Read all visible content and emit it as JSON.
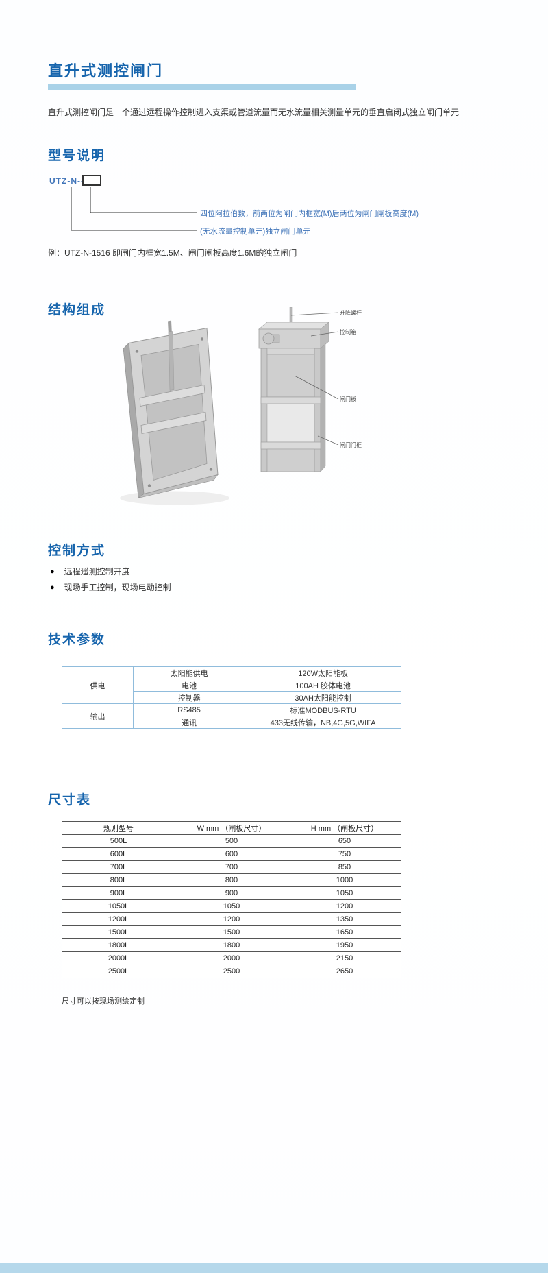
{
  "page": {
    "title": "直升式测控闸门",
    "description": "直升式测控闸门是一个通过远程操作控制进入支渠或管道流量而无水流量相关测量单元的垂直启闭式独立闸门单元"
  },
  "model_section": {
    "heading": "型号说明",
    "model_prefix": "UTZ-N--",
    "callout_digits": "四位阿拉伯数，前两位为闸门内框宽(M)后两位为闸门闸板高度(M)",
    "callout_unit": "(无水流量控制单元)独立闸门单元",
    "example": "例：UTZ-N-1516 即闸门内框宽1.5M、闸门闸板高度1.6M的独立闸门"
  },
  "structure_section": {
    "heading": "结构组成",
    "labels": [
      "升降螺杆",
      "控制箱",
      "闸门板",
      "闸门门框"
    ]
  },
  "control_section": {
    "heading": "控制方式",
    "items": [
      "远程遥测控制开度",
      "现场手工控制，现场电动控制"
    ]
  },
  "tech_section": {
    "heading": "技术参数",
    "groups": {
      "power": "供电",
      "output": "输出"
    },
    "rows": [
      {
        "name": "太阳能供电",
        "value": "120W太阳能板"
      },
      {
        "name": "电池",
        "value": "100AH 胶体电池"
      },
      {
        "name": "控制器",
        "value": "30AH太阳能控制"
      },
      {
        "name": "RS485",
        "value": "标准MODBUS-RTU"
      },
      {
        "name": "通讯",
        "value": "433无线传输，NB,4G,5G,WIFA"
      }
    ]
  },
  "size_section": {
    "heading": "尺寸表",
    "headers": [
      "规则型号",
      "W mm （闸板尺寸）",
      "H mm （闸板尺寸）"
    ],
    "rows": [
      [
        "500L",
        "500",
        "650"
      ],
      [
        "600L",
        "600",
        "750"
      ],
      [
        "700L",
        "700",
        "850"
      ],
      [
        "800L",
        "800",
        "1000"
      ],
      [
        "900L",
        "900",
        "1050"
      ],
      [
        "1050L",
        "1050",
        "1200"
      ],
      [
        "1200L",
        "1200",
        "1350"
      ],
      [
        "1500L",
        "1500",
        "1650"
      ],
      [
        "1800L",
        "1800",
        "1950"
      ],
      [
        "2000L",
        "2000",
        "2150"
      ],
      [
        "2500L",
        "2500",
        "2650"
      ]
    ],
    "note": "尺寸可以按现场测绘定制"
  },
  "colors": {
    "heading_blue": "#1765ad",
    "underline_blue": "#a9d2e8",
    "table_border_blue": "#90bcdc",
    "footer_blue": "#b5d8eb"
  }
}
